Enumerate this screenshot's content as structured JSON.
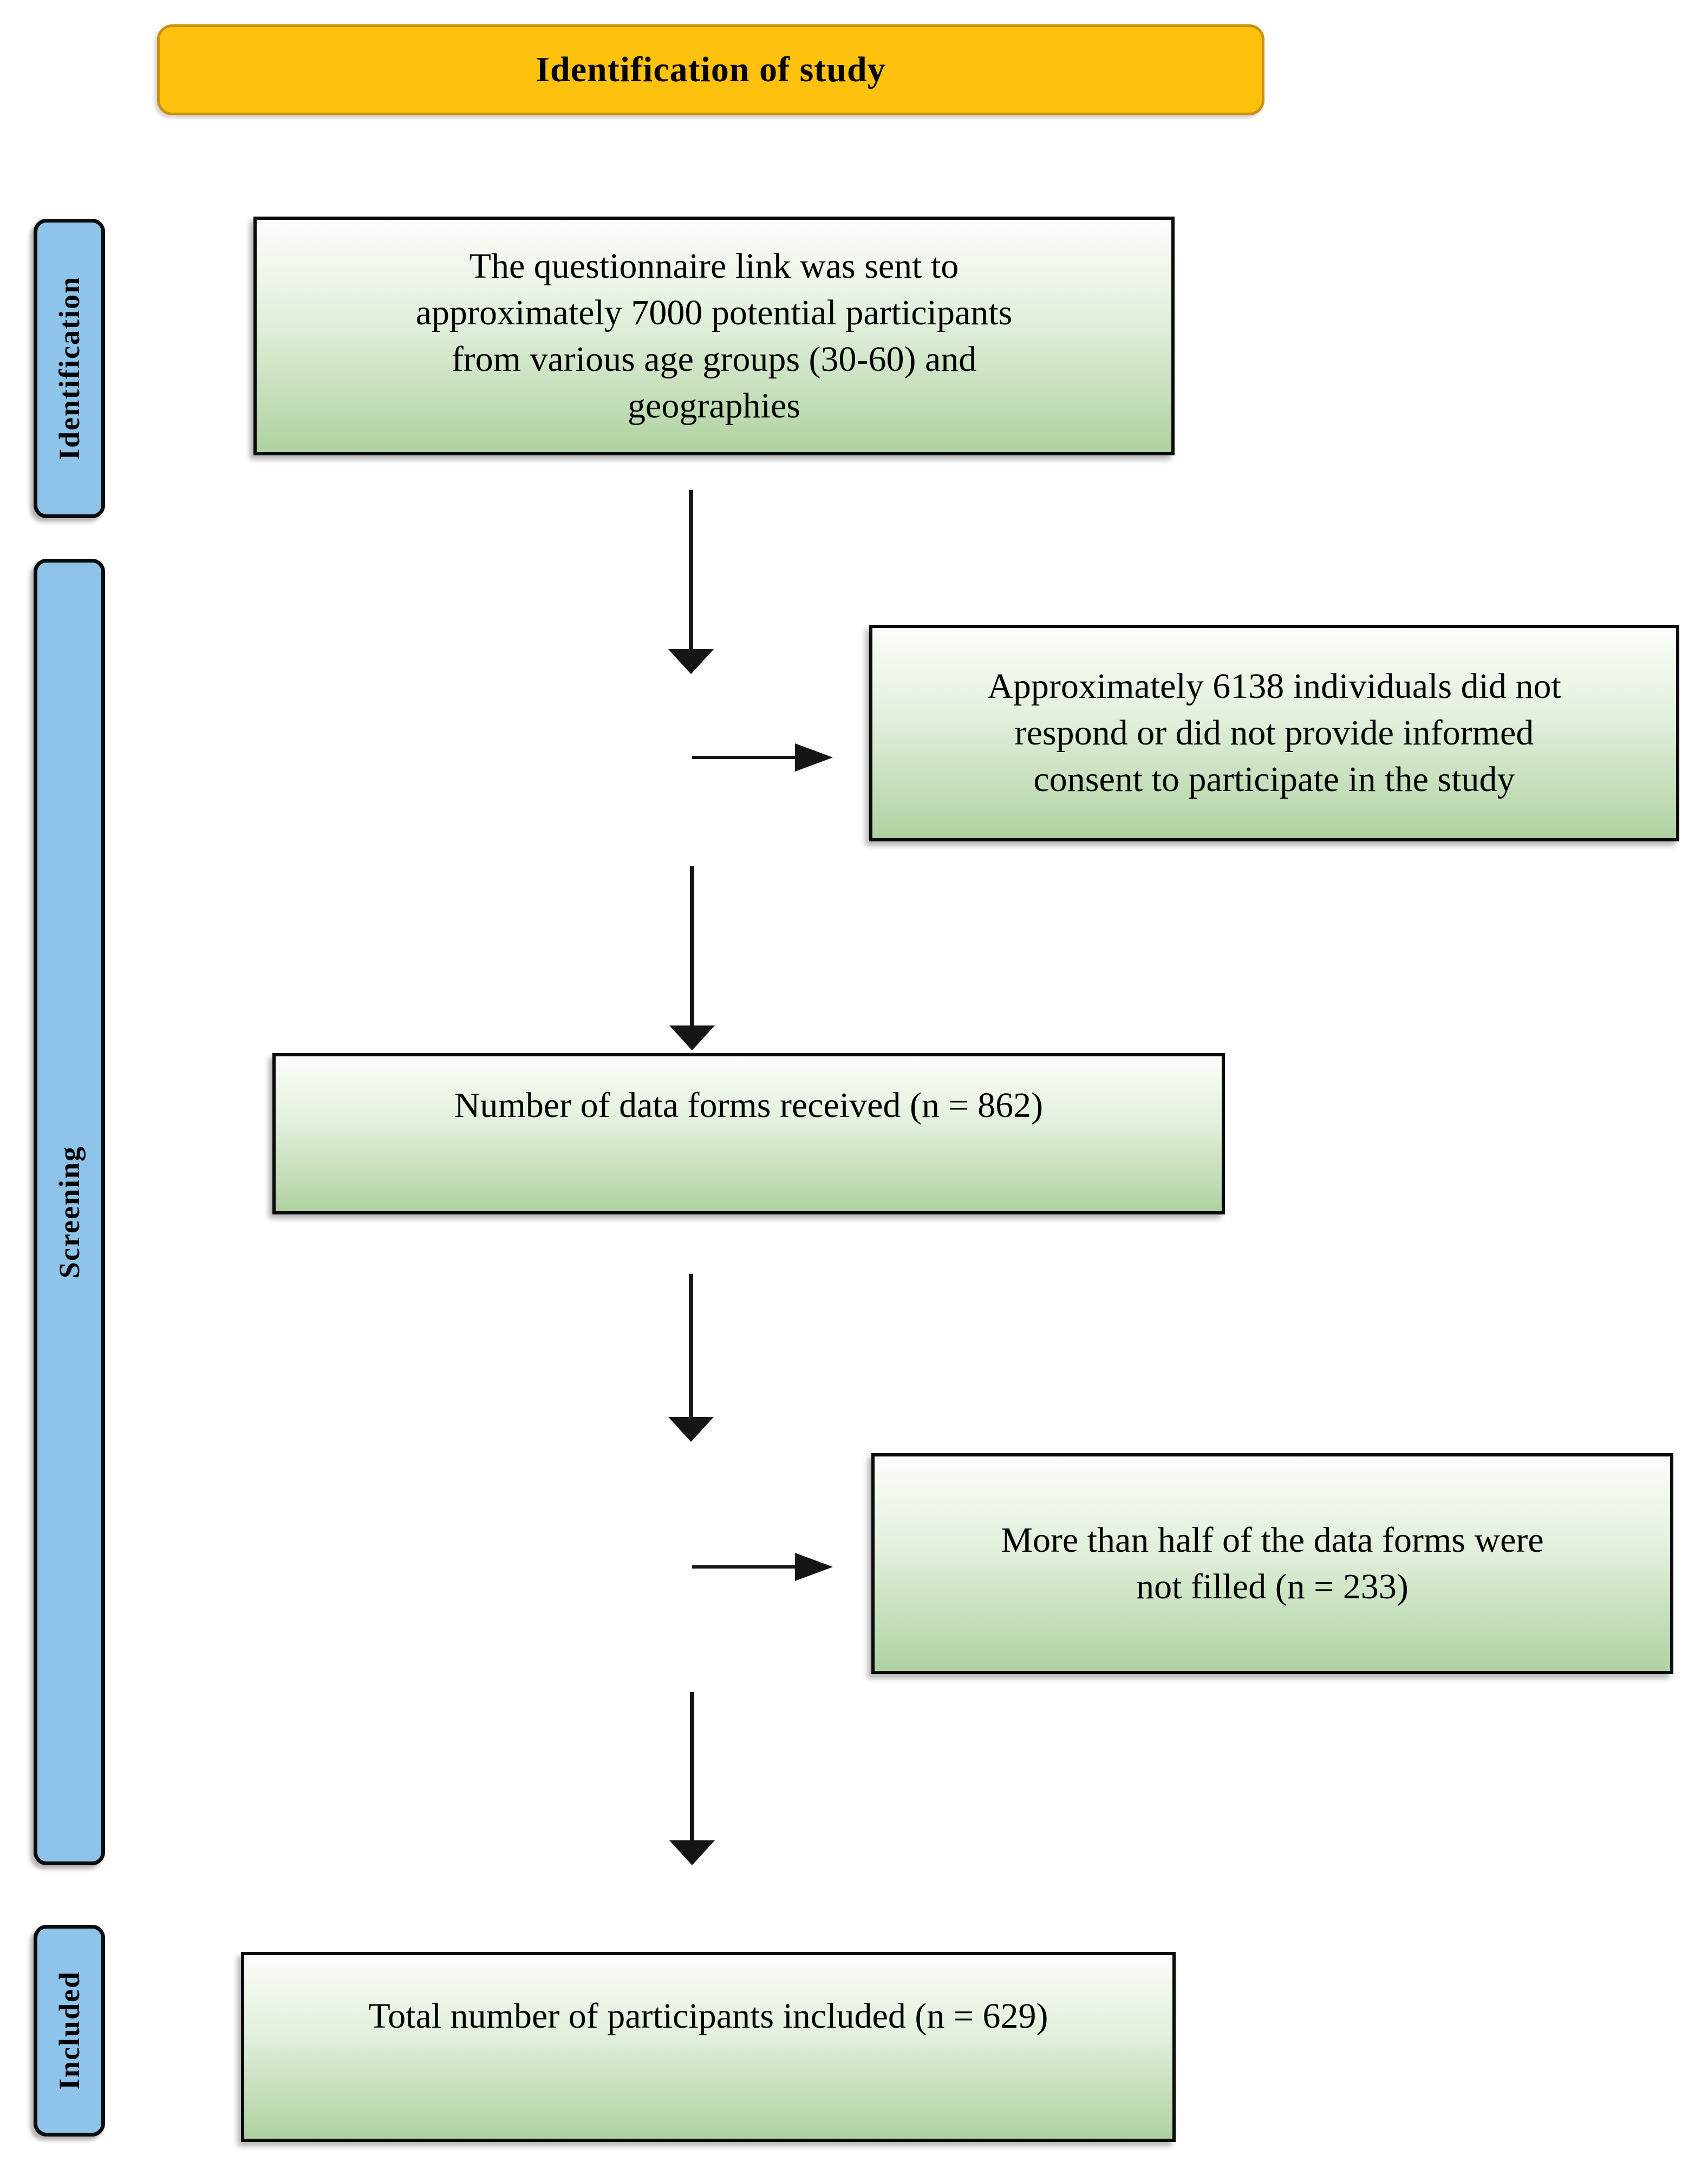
{
  "title": "Identification of study",
  "stages": [
    {
      "label": "Identification"
    },
    {
      "label": "Screening"
    },
    {
      "label": "Included"
    }
  ],
  "flow": {
    "sent": {
      "lines": [
        "The questionnaire link was sent to",
        "approximately 7000 potential participants",
        "from various age groups (30-60) and",
        "geographies"
      ]
    },
    "not_responded": {
      "lines": [
        "Approximately 6138 individuals did not",
        "respond or did not provide informed",
        "consent to participate in the study"
      ]
    },
    "received": {
      "lines": [
        "Number of data forms received (n = 862)"
      ]
    },
    "not_filled": {
      "lines": [
        "More than half of the data forms were",
        "not filled (n = 233)"
      ]
    },
    "included_total": {
      "lines": [
        "Total number of participants included (n = 629)"
      ]
    }
  },
  "counts": {
    "invited": 7000,
    "no_response_or_no_consent": 6138,
    "forms_received": 862,
    "forms_mostly_unfilled": 233,
    "participants_included": 629
  },
  "colors": {
    "banner_fill": "#FEC10D",
    "banner_border": "#C9910D",
    "stage_fill": "#8EC3EA",
    "outline": "#0B0B0B",
    "box_gradient_top": "#FBFDFA",
    "box_gradient_mid": "#E3F0DD",
    "box_gradient_bottom": "#AFD2A1",
    "arrow": "#151515",
    "text": "#000000"
  }
}
